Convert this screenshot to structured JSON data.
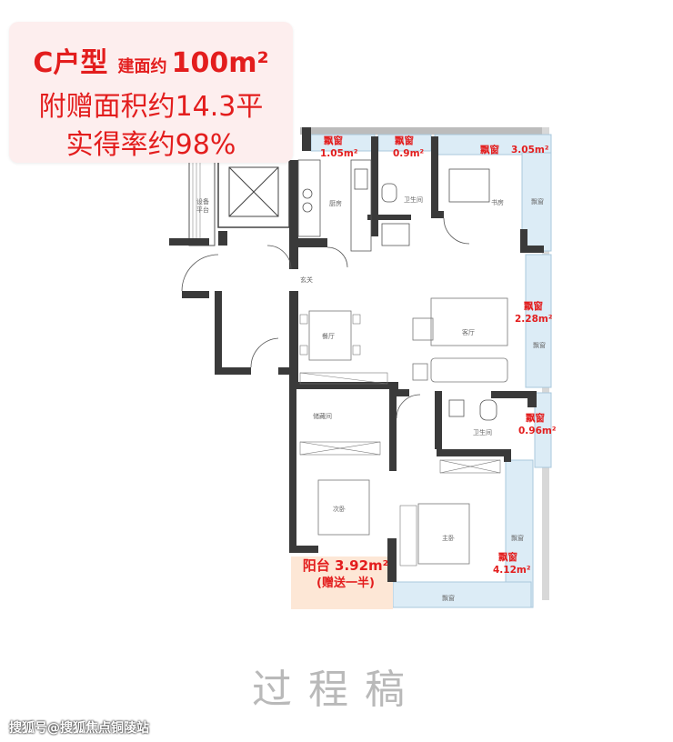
{
  "info_card": {
    "unit_type": "C户型",
    "area_label": "建面约",
    "area_value": "100m²",
    "gift_area": "附赠面积约14.3平",
    "efficiency": "实得率约98%"
  },
  "rooms": {
    "equipment_platform": [
      "设备",
      "平台"
    ],
    "kitchen": "厨房",
    "bathroom_1": "卫生间",
    "study": "书房",
    "foyer": "玄关",
    "dining": "餐厅",
    "living": "客厅",
    "storage": "储藏间",
    "bathroom_2": "卫生间",
    "second_bedroom": "次卧",
    "master_bedroom": "主卧",
    "balcony": "阳台",
    "bay_window": "飘窗"
  },
  "bay_windows": [
    {
      "label": "飘窗",
      "area": "1.05m²"
    },
    {
      "label": "飘窗",
      "area": "0.9m²"
    },
    {
      "label": "飘窗",
      "area": "3.05m²"
    },
    {
      "label": "飘窗",
      "area": "2.28m²"
    },
    {
      "label": "飘窗",
      "area": "0.96m²"
    },
    {
      "label": "飘窗",
      "area": "4.12m²"
    }
  ],
  "balcony_badge": {
    "line1": "阳台 3.92m²",
    "line2": "(赠送一半)"
  },
  "stamp": "过程稿",
  "watermark": "搜狐号@搜狐焦点铜陵站",
  "colors": {
    "accent": "#e31d1d",
    "card_bg": "#fdeeee",
    "wall": "#3a3a3a",
    "bay_window_fill": "#dcecf6",
    "balcony_fill": "#fde7d6"
  }
}
